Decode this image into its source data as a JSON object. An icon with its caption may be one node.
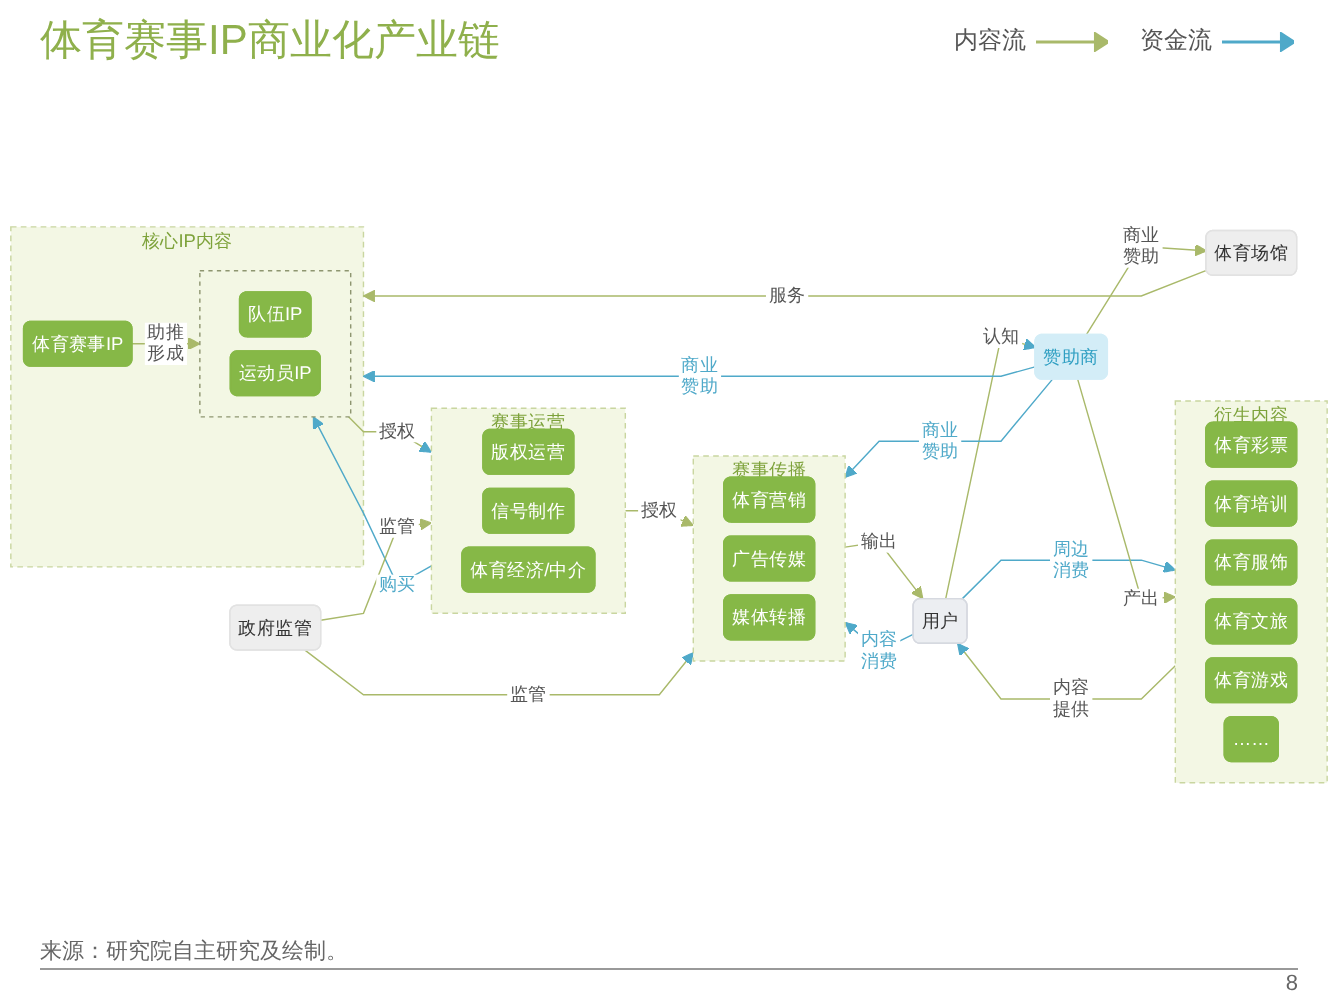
{
  "diagram": {
    "title": "体育赛事IP商业化产业链",
    "nodes": [
      {
        "text": [
          "核心IP内容"
        ]
      },
      {
        "text": [
          "体育赛事IP"
        ],
        "in": 0
      },
      {
        "text": [],
        "shape": "box",
        "in": 0
      },
      {
        "text": [
          "队伍IP"
        ],
        "in": 2
      },
      {
        "text": [
          "运动员IP"
        ],
        "in": 2
      },
      {
        "text": [
          "赛事运营"
        ]
      },
      {
        "text": [
          "版权运营"
        ],
        "in": 5
      },
      {
        "text": [
          "信号制作"
        ],
        "in": 5
      },
      {
        "text": [
          "体育经济/中介"
        ],
        "in": 5
      },
      {
        "text": [
          "赛事传播"
        ]
      },
      {
        "text": [
          "体育营销"
        ],
        "in": 9
      },
      {
        "text": [
          "广告传媒"
        ],
        "in": 9
      },
      {
        "text": [
          "媒体转播"
        ],
        "in": 9
      },
      {
        "text": [
          "用户"
        ]
      },
      {
        "text": [
          "衍生内容"
        ]
      },
      {
        "text": [
          "体育彩票"
        ],
        "in": 14
      },
      {
        "text": [
          "体育培训"
        ],
        "in": 14
      },
      {
        "text": [
          "体育服饰"
        ],
        "in": 14
      },
      {
        "text": [
          "体育文旅"
        ],
        "in": 14
      },
      {
        "text": [
          "体育游戏"
        ],
        "in": 14
      },
      {
        "text": [
          "……"
        ],
        "in": 14
      },
      {
        "text": [
          "体育场馆"
        ]
      },
      {
        "text": [
          "政府监管"
        ]
      },
      {
        "text": [
          "赞助商"
        ]
      }
    ],
    "edges": [
      {
        "from": 1,
        "to": 2,
        "arrow": "to",
        "label": "助推形成"
      },
      {
        "from": 5,
        "to": 2,
        "arrow": "to",
        "label": "购买",
        "color": "#4fa9c9"
      },
      {
        "from": 2,
        "to": 5,
        "arrow": "to",
        "label": "授权"
      },
      {
        "from": 5,
        "to": 9,
        "arrow": "to",
        "label": "授权"
      },
      {
        "from": 13,
        "to": 9,
        "arrow": "to",
        "label": "内容消费",
        "color": "#4fa9c9"
      },
      {
        "from": 9,
        "to": 13,
        "arrow": "to",
        "label": "输出"
      },
      {
        "from": 13,
        "to": 14,
        "arrow": "to",
        "label": "周边消费",
        "color": "#4fa9c9"
      },
      {
        "from": 14,
        "to": 13,
        "arrow": "to",
        "label": "内容提供"
      },
      {
        "from": 21,
        "to": 0,
        "arrow": "to",
        "label": "服务"
      },
      {
        "from": 23,
        "to": 0,
        "arrow": "to",
        "label": "商业赞助",
        "color": "#4fa9c9"
      },
      {
        "from": 23,
        "to": 21,
        "arrow": "to",
        "label": "商业赞助"
      },
      {
        "from": 22,
        "to": 5,
        "arrow": "to",
        "label": "监管"
      },
      {
        "from": 22,
        "to": 9,
        "arrow": "to",
        "label": "监管"
      },
      {
        "from": 23,
        "to": 9,
        "arrow": "to",
        "label": "商业赞助",
        "color": "#4fa9c9"
      },
      {
        "from": 13,
        "to": 23,
        "arrow": "to",
        "label": "认知"
      },
      {
        "from": 23,
        "to": 14,
        "arrow": "to",
        "label": "产出"
      }
    ],
    "labels": [
      "来源：研究院自主研究及绘制。",
      "8"
    ],
    "legend": [
      {
        "text": "内容流"
      },
      {
        "text": "资金流"
      }
    ]
  }
}
